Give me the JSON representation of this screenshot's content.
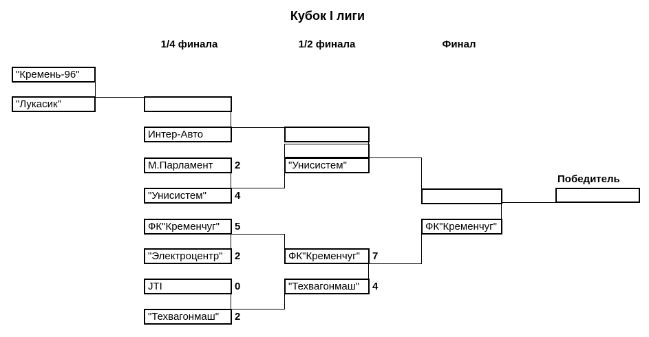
{
  "title": "Кубок I лиги",
  "round_headers": {
    "quarterfinal": "1/4 финала",
    "semifinal": "1/2 финала",
    "final": "Финал"
  },
  "winner_label": "Победитель",
  "colors": {
    "background": "#ffffff",
    "text": "#000000",
    "border": "#000000"
  },
  "bracket": {
    "round1": {
      "match1": {
        "team1": {
          "name": "\"Кремень-96\"",
          "score": ""
        },
        "team2": {
          "name": "\"Лукасик\"",
          "score": ""
        }
      }
    },
    "quarterfinals": {
      "match1": {
        "team1": {
          "name": "",
          "score": ""
        },
        "team2": {
          "name": "Интер-Авто",
          "score": ""
        }
      },
      "match2": {
        "team1": {
          "name": "М.Парламент",
          "score": "2"
        },
        "team2": {
          "name": "\"Унисистем\"",
          "score": "4"
        }
      },
      "match3": {
        "team1": {
          "name": "ФК\"Кременчуг\"",
          "score": "5"
        },
        "team2": {
          "name": "\"Электроцентр\"",
          "score": "2"
        }
      },
      "match4": {
        "team1": {
          "name": "JTI",
          "score": "0"
        },
        "team2": {
          "name": "\"Техвагонмаш\"",
          "score": "2"
        }
      }
    },
    "semifinals": {
      "match1": {
        "team1": {
          "name": "",
          "score": ""
        },
        "team2": {
          "name": "\"Унисистем\"",
          "score": ""
        }
      },
      "match2": {
        "team1": {
          "name": "ФК\"Кременчуг\"",
          "score": "7"
        },
        "team2": {
          "name": "\"Техвагонмаш\"",
          "score": "4"
        }
      }
    },
    "final": {
      "match1": {
        "team1": {
          "name": "",
          "score": ""
        },
        "team2": {
          "name": "ФК\"Кременчуг\"",
          "score": ""
        }
      }
    },
    "winner": {
      "name": ""
    }
  }
}
